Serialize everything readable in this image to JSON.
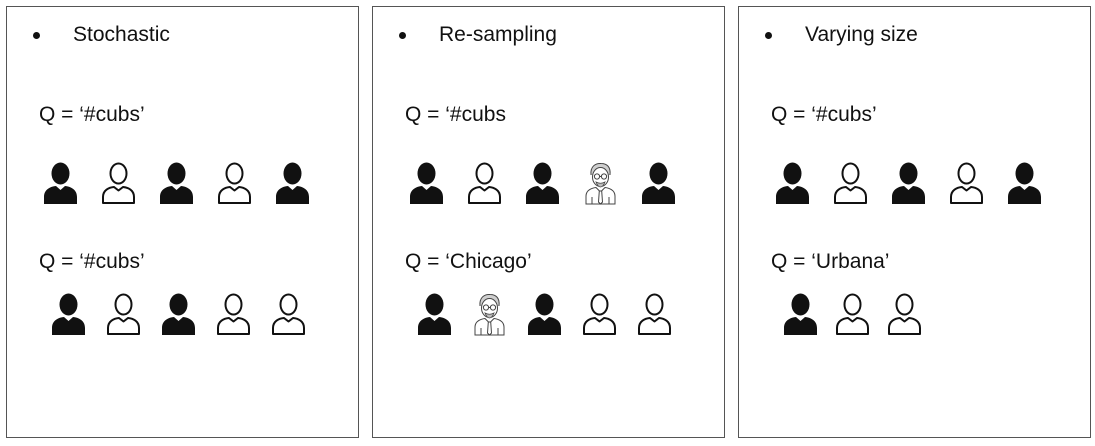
{
  "panels": [
    {
      "title": "Stochastic",
      "queries": [
        {
          "label": "Q = ‘#cubs’",
          "users": [
            "filled",
            "outline",
            "filled",
            "outline",
            "filled"
          ]
        },
        {
          "label": "Q = ‘#cubs’",
          "users": [
            "filled",
            "outline",
            "filled",
            "outline",
            "outline"
          ]
        }
      ]
    },
    {
      "title": "Re-sampling",
      "queries": [
        {
          "label": "Q = ‘#cubs",
          "users": [
            "filled",
            "outline",
            "filled",
            "man",
            "filled"
          ]
        },
        {
          "label": "Q = ‘Chicago’",
          "users": [
            "filled",
            "man",
            "filled",
            "outline",
            "outline"
          ]
        }
      ]
    },
    {
      "title": "Varying size",
      "queries": [
        {
          "label": "Q = ‘#cubs’",
          "users": [
            "filled",
            "outline",
            "filled",
            "outline",
            "filled"
          ]
        },
        {
          "label": "Q = ‘Urbana’",
          "users": [
            "filled",
            "outline",
            "outline"
          ]
        }
      ]
    }
  ],
  "icons": {
    "filled": "person-filled-icon",
    "outline": "person-outline-icon",
    "man": "man-with-glasses-icon"
  },
  "colors": {
    "ink": "#111111",
    "border": "#555555",
    "background": "#ffffff"
  }
}
